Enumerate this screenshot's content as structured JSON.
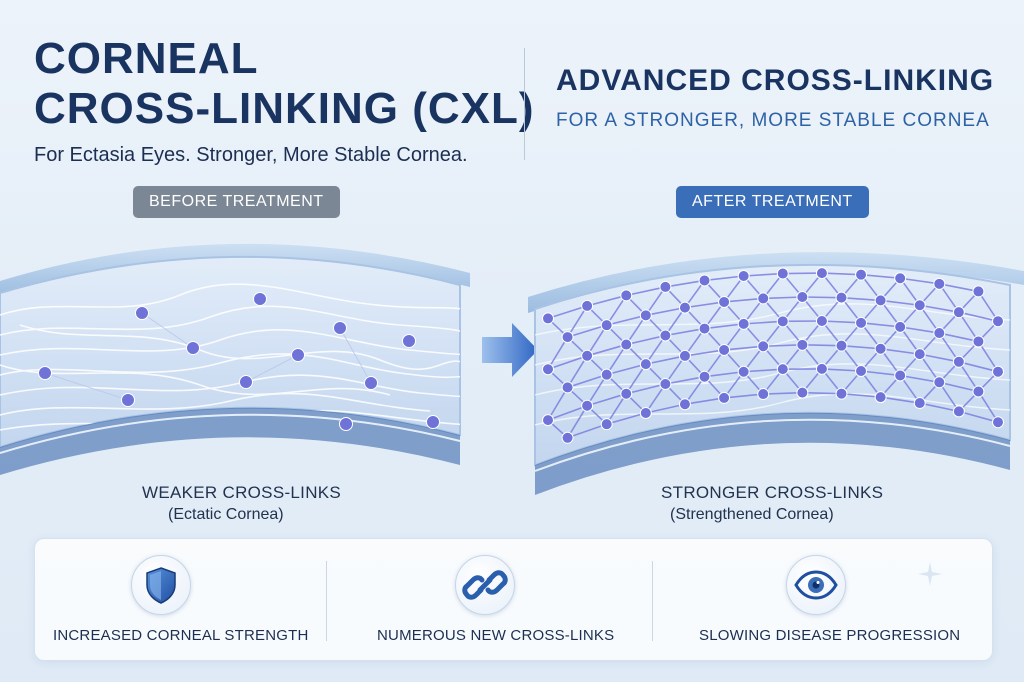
{
  "header": {
    "title_line1": "CORNEAL",
    "title_line2": "CROSS-LINKING (CXL)",
    "subtitle": "For Ectasia Eyes. Stronger, More Stable Cornea.",
    "right_title": "ADVANCED CROSS-LINKING",
    "right_subtitle": "FOR A STRONGER, MORE STABLE CORNEA"
  },
  "before": {
    "badge": "BEFORE TREATMENT",
    "caption_line1": "WEAKER CROSS-LINKS",
    "caption_line2": "(Ectatic Cornea)"
  },
  "after": {
    "badge": "AFTER TREATMENT",
    "caption_line1": "STRONGER CROSS-LINKS",
    "caption_line2": "(Strengthened Cornea)"
  },
  "benefits": [
    {
      "label": "INCREASED CORNEAL STRENGTH",
      "icon": "shield-icon"
    },
    {
      "label": "NUMEROUS NEW CROSS-LINKS",
      "icon": "chain-link-icon"
    },
    {
      "label": "SLOWING DISEASE PROGRESSION",
      "icon": "eye-icon"
    }
  ],
  "colors": {
    "title": "#1a3461",
    "accent_blue": "#3a6eb8",
    "badge_gray": "#7c8796",
    "node_purple": "#6f72d6"
  }
}
